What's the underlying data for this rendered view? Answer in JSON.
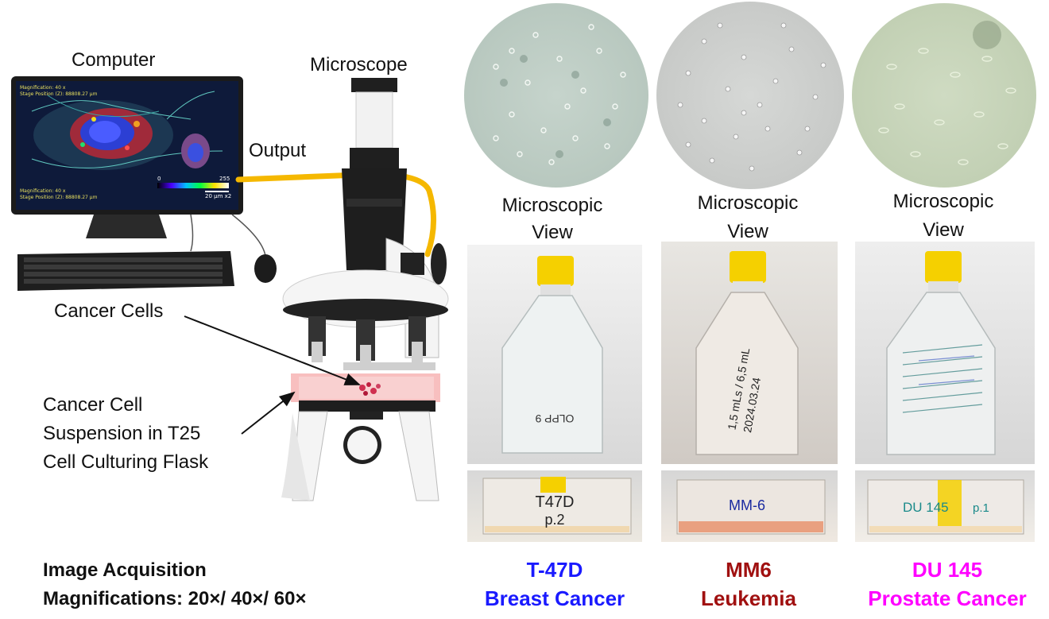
{
  "labels": {
    "computer": "Computer",
    "microscope": "Microscope",
    "output": "Output",
    "cancer_cells": "Cancer Cells",
    "suspension_line1": "Cancer Cell",
    "suspension_line2": "Suspension in T25",
    "suspension_line3": "Cell Culturing Flask",
    "acquisition_line1": "Image Acquisition",
    "acquisition_line2": "Magnifications: 20×/ 40×/ 60×"
  },
  "screen": {
    "top_line1": "Magnification: 40 x",
    "top_line2": "Stage Position (Z): 88808.27 µm",
    "bottom_line1": "Magnification: 40 x",
    "bottom_line2": "Stage Position (Z): 88808.27 µm",
    "scale_min": "0",
    "scale_max": "255",
    "scale_bar": "20 µm x2"
  },
  "microscopic_view_label_line1": "Microscopic",
  "microscopic_view_label_line2": "View",
  "samples": [
    {
      "code": "T-47D",
      "type": "Breast Cancer",
      "color": "#1a1aff",
      "flask_text_1": "T47D",
      "flask_text_2": "p.2",
      "flask_top_text": "OLPP 9"
    },
    {
      "code": "MM6",
      "type": "Leukemia",
      "color": "#a01010",
      "flask_text_1": "MM-6",
      "flask_top_text_1": "1,5 mLs / 6,5 mL",
      "flask_top_text_2": "2024.03.24"
    },
    {
      "code": "DU 145",
      "type": "Prostate Cancer",
      "color": "#ff00ff",
      "flask_text_1": "DU 145",
      "flask_text_2": "p.1"
    }
  ],
  "colors": {
    "cable": "#f5b800",
    "cap": "#f5d000",
    "stage_pink": "#f7b8b8"
  }
}
